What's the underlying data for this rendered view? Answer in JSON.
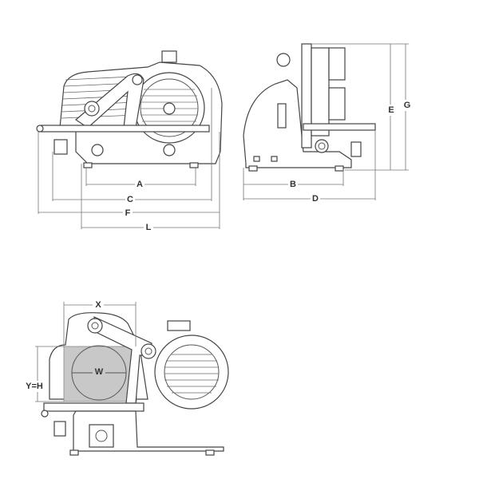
{
  "dimensions": {
    "side_view": {
      "A": "A",
      "C": "C",
      "F": "F",
      "L": "L"
    },
    "front_view": {
      "B": "B",
      "D": "D",
      "E": "E",
      "G": "G"
    },
    "food_capacity_view": {
      "X": "X",
      "YH": "Y=H",
      "W": "W"
    }
  },
  "colors": {
    "capacity_area": "#c8c8c8",
    "line": "#555555"
  }
}
